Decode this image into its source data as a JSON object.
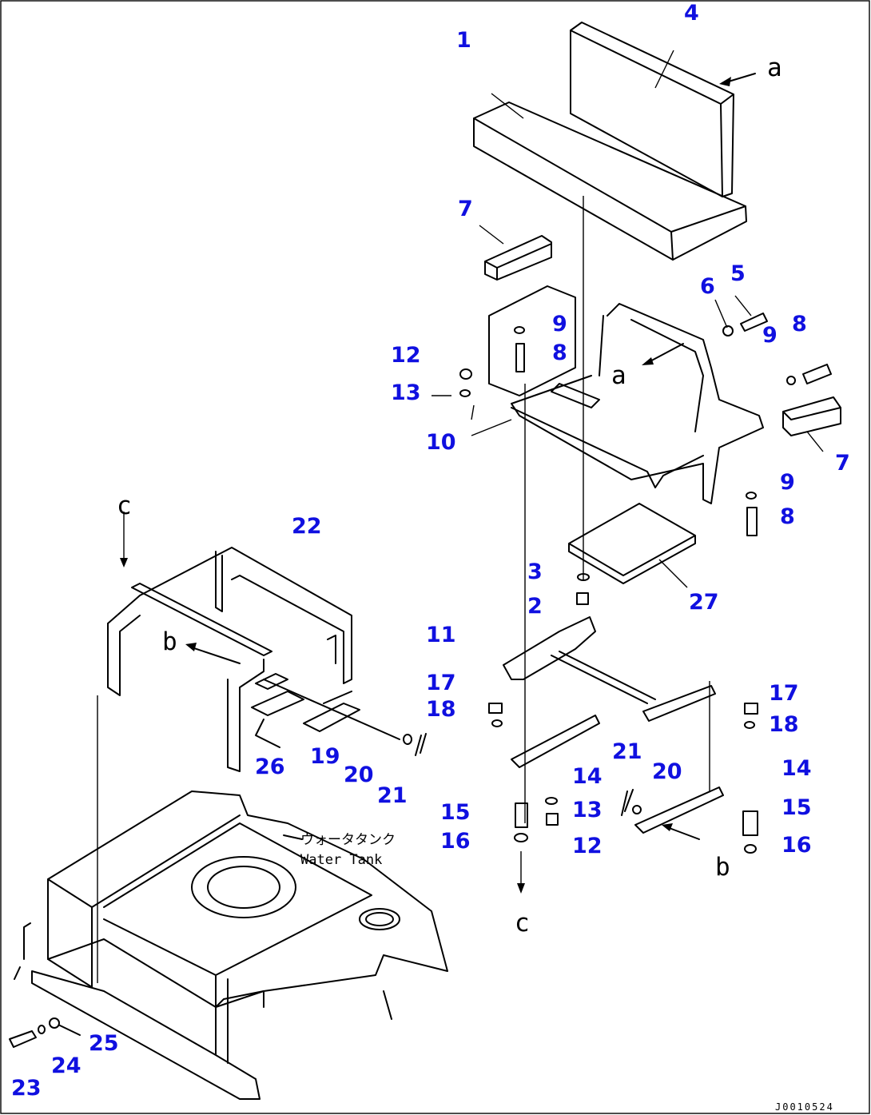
{
  "callouts": [
    "1",
    "4",
    "7",
    "6",
    "5",
    "9",
    "8",
    "12",
    "13",
    "10",
    "7",
    "9",
    "8",
    "3",
    "2",
    "27",
    "11",
    "17",
    "18",
    "14",
    "21",
    "20",
    "17",
    "18",
    "14",
    "15",
    "16",
    "13",
    "12",
    "15",
    "16",
    "22",
    "26",
    "19",
    "20",
    "21",
    "25",
    "24",
    "23",
    "9",
    "8"
  ],
  "view_letters": {
    "a1": "a",
    "a2": "a",
    "b1": "b",
    "b2": "b",
    "c1": "c",
    "c2": "c"
  },
  "tank_label": {
    "jp": "ウォータタンク",
    "en": "Water Tank"
  },
  "drawing_code": "J0010524"
}
